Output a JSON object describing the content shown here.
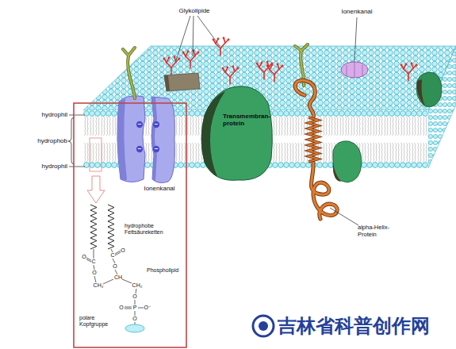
{
  "diagram": {
    "nodes": [
      {
        "text": [
          "Transmembran- protein"
        ]
      }
    ],
    "labels": [
      "Glykolipide",
      "Ionenkanal",
      "hydrophil",
      "hydrophob",
      "hydrophil",
      "Ionenkanal",
      "alpha-Helix- Protein",
      "hydrophobe Fettsäureketten",
      "Phospholipid",
      "polare Kopfgruppe",
      "O",
      "C",
      "O",
      "CH₂",
      "C",
      "O",
      "O",
      "CH",
      "CH₂",
      "O",
      "O",
      "P",
      "O⁻",
      "O",
      "−",
      "−",
      "−",
      "−",
      "吉林省科普创作网"
    ]
  }
}
